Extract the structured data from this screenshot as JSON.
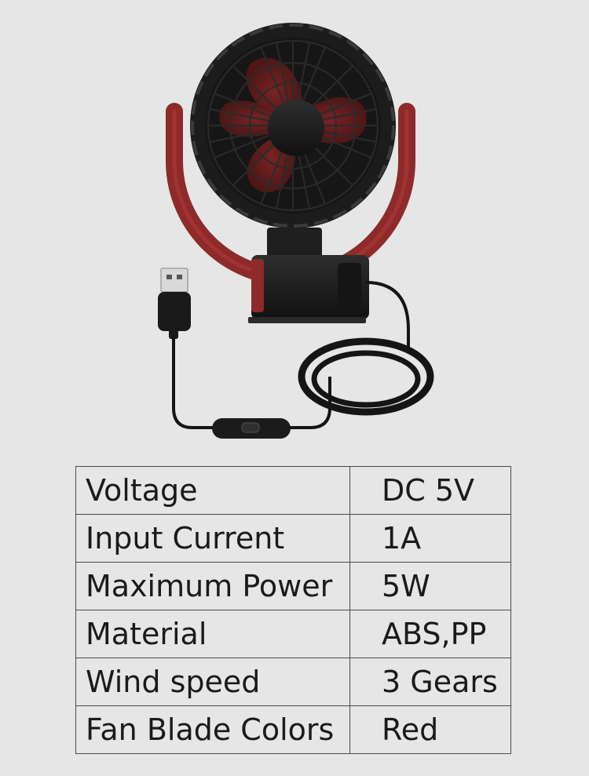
{
  "spec_table": {
    "rows": [
      {
        "label": "Voltage",
        "value": "DC 5V"
      },
      {
        "label": "Input Current",
        "value": "1A"
      },
      {
        "label": "Maximum Power",
        "value": "5W"
      },
      {
        "label": "Material",
        "value": "ABS,PP"
      },
      {
        "label": "Wind speed",
        "value": "3 Gears"
      },
      {
        "label": "Fan Blade Colors",
        "value": "Red"
      }
    ]
  },
  "colors": {
    "background": "#e6e6e6",
    "fan_body": "#1e1e1e",
    "fan_blade": "#5a1a1a",
    "stand_accent": "#8e2a2a",
    "table_border": "#4a4a4a"
  }
}
